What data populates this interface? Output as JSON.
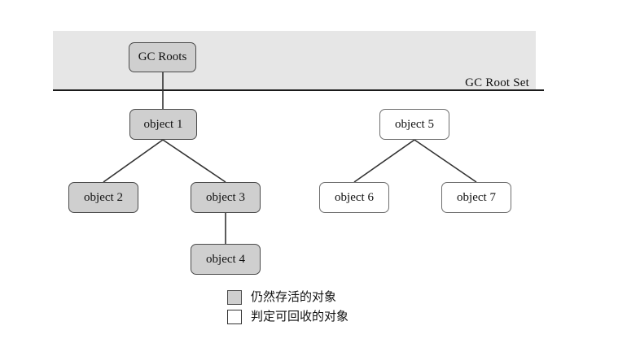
{
  "diagram": {
    "title": "GC Roots reachability diagram",
    "root_set": {
      "label": "GC Root Set",
      "band_color": "#e6e6e6",
      "rule_color": "#1a1a1a"
    },
    "colors": {
      "alive_fill": "#cfcfcf",
      "dead_fill": "#ffffff",
      "node_border": "#4a4a4a",
      "edge": "#333333"
    },
    "nodes": [
      {
        "id": "gc-roots",
        "label": "GC Roots",
        "state": "alive"
      },
      {
        "id": "object-1",
        "label": "object 1",
        "state": "alive"
      },
      {
        "id": "object-2",
        "label": "object 2",
        "state": "alive"
      },
      {
        "id": "object-3",
        "label": "object 3",
        "state": "alive"
      },
      {
        "id": "object-4",
        "label": "object 4",
        "state": "alive"
      },
      {
        "id": "object-5",
        "label": "object 5",
        "state": "dead"
      },
      {
        "id": "object-6",
        "label": "object 6",
        "state": "dead"
      },
      {
        "id": "object-7",
        "label": "object 7",
        "state": "dead"
      }
    ],
    "edges": [
      {
        "from": "gc-roots",
        "to": "object-1"
      },
      {
        "from": "object-1",
        "to": "object-2"
      },
      {
        "from": "object-1",
        "to": "object-3"
      },
      {
        "from": "object-3",
        "to": "object-4"
      },
      {
        "from": "object-5",
        "to": "object-6"
      },
      {
        "from": "object-5",
        "to": "object-7"
      }
    ],
    "legend": [
      {
        "swatch": "alive",
        "label": "仍然存活的对象"
      },
      {
        "swatch": "dead",
        "label": "判定可回收的对象"
      }
    ]
  }
}
